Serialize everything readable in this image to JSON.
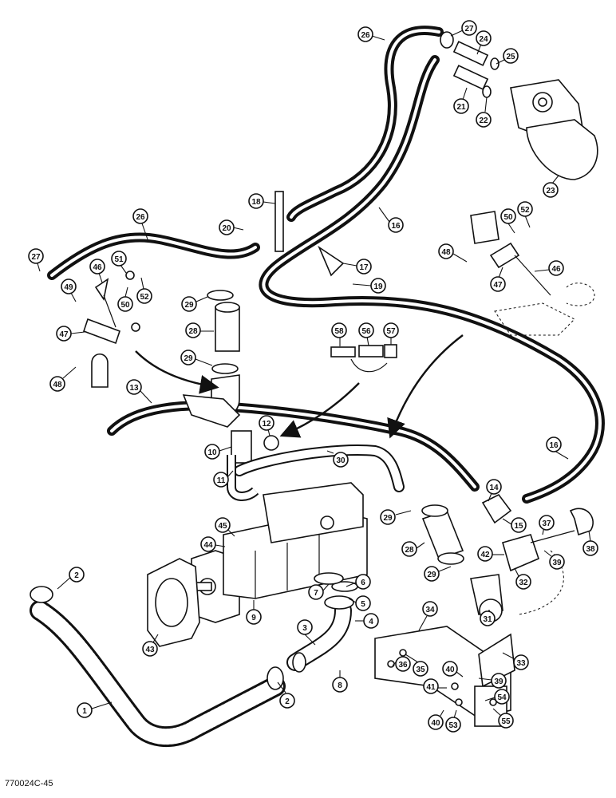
{
  "figure_id": "770024C-45",
  "callouts": [
    "1",
    "2",
    "3",
    "4",
    "5",
    "6",
    "7",
    "8",
    "9",
    "10",
    "11",
    "12",
    "13",
    "14",
    "15",
    "16",
    "17",
    "18",
    "19",
    "20",
    "21",
    "22",
    "23",
    "24",
    "25",
    "26",
    "27",
    "28",
    "29",
    "30",
    "31",
    "32",
    "33",
    "34",
    "35",
    "36",
    "37",
    "38",
    "39",
    "40",
    "41",
    "42",
    "43",
    "44",
    "45",
    "46",
    "47",
    "48",
    "49",
    "50",
    "51",
    "52",
    "53",
    "54",
    "55",
    "56",
    "57",
    "58"
  ]
}
